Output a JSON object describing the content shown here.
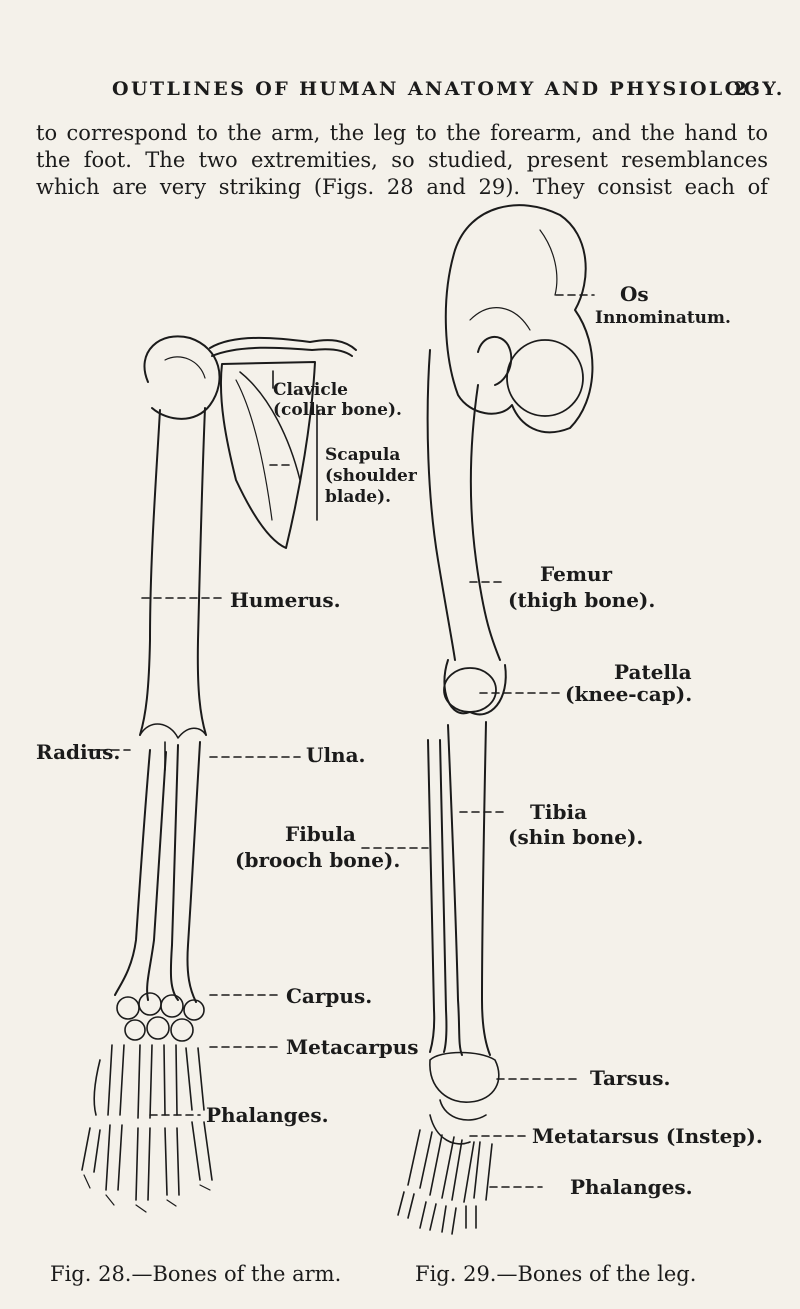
{
  "header": {
    "title": "OUTLINES OF HUMAN ANATOMY AND PHYSIOLOGY.",
    "page_number": "23"
  },
  "body_text": [
    "to correspond to the arm, the leg to the forearm, and the hand to",
    "the foot. The two extremities, so studied, present resemblances",
    "which are very striking (Figs. 28 and 29). They consist each of"
  ],
  "arm_labels": {
    "clavicle": "Clavicle",
    "clavicle_sub": "(collar bone).",
    "scapula": "Scapula",
    "scapula_sub1": "(shoulder",
    "scapula_sub2": "blade).",
    "humerus": "Humerus.",
    "radius": "Radius.",
    "ulna": "Ulna.",
    "carpus": "Carpus.",
    "metacarpus": "Metacarpus",
    "phalanges": "Phalanges."
  },
  "leg_labels": {
    "os": "Os",
    "innominatum": "Innominatum.",
    "femur": "Femur",
    "femur_sub": "(thigh bone).",
    "patella": "Patella",
    "patella_sub": "(knee-cap).",
    "tibia": "Tibia",
    "tibia_sub": "(shin bone).",
    "fibula": "Fibula",
    "fibula_sub": "(brooch bone).",
    "tarsus": "Tarsus.",
    "metatarsus": "Metatarsus (Instep).",
    "phalanges": "Phalanges."
  },
  "captions": {
    "fig28": "Fig. 28.—Bones of the arm.",
    "fig29": "Fig. 29.—Bones of the leg."
  }
}
